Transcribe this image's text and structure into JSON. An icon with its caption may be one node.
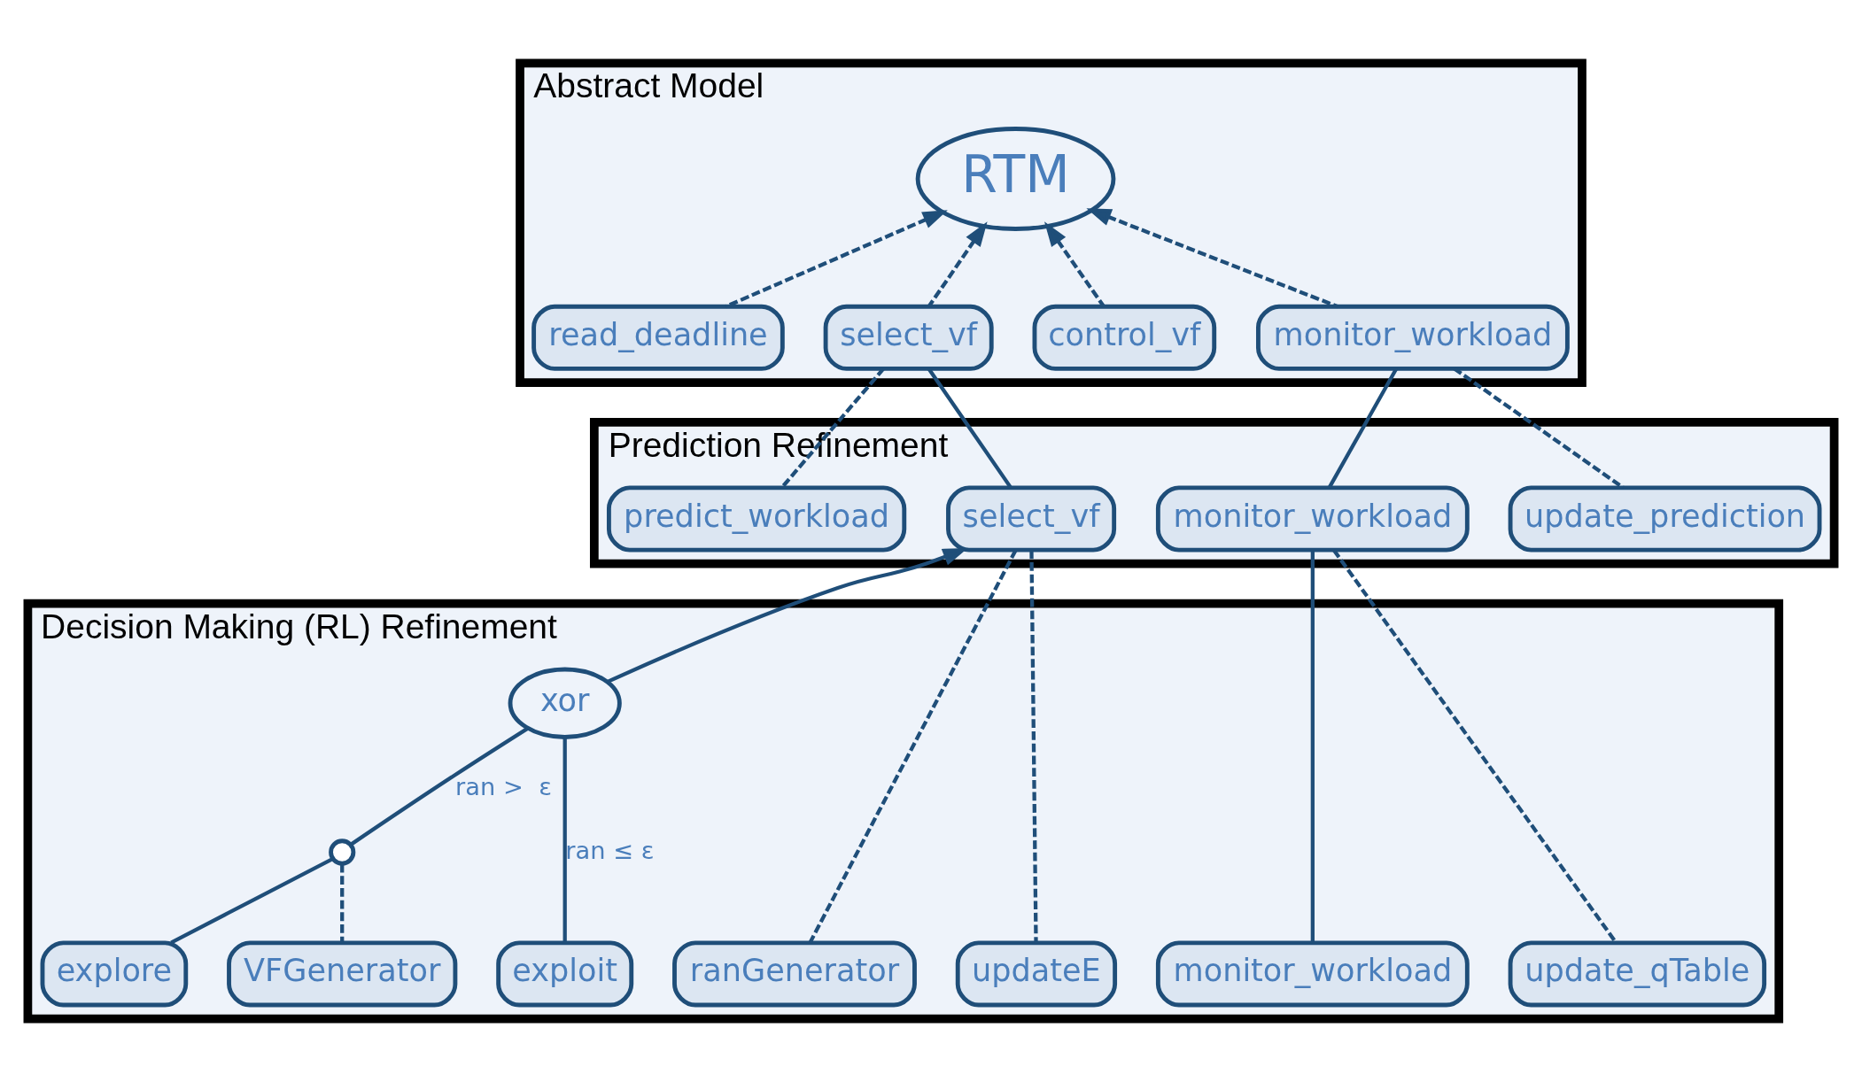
{
  "diagram": {
    "nodes": [
      {
        "text": [
          "Abstract Model"
        ]
      },
      {
        "text": [
          "RTM"
        ],
        "in": 0
      },
      {
        "text": [
          "read_deadline"
        ],
        "in": 0
      },
      {
        "text": [
          "select_vf"
        ],
        "in": 0
      },
      {
        "text": [
          "control_vf"
        ],
        "in": 0
      },
      {
        "text": [
          "monitor_workload"
        ],
        "in": 0
      },
      {
        "text": [
          "Prediction Refinement"
        ]
      },
      {
        "text": [
          "predict_workload"
        ],
        "in": 6
      },
      {
        "text": [
          "select_vf"
        ],
        "in": 6
      },
      {
        "text": [
          "monitor_workload"
        ],
        "in": 6
      },
      {
        "text": [
          "update_prediction"
        ],
        "in": 6
      },
      {
        "text": [
          "Decision Making (RL) Refinement"
        ]
      },
      {
        "text": [
          "xor"
        ],
        "in": 11
      },
      {
        "text": [],
        "shape": "circle",
        "in": 11
      },
      {
        "text": [
          "ranGenerator"
        ],
        "in": 11
      },
      {
        "text": [
          "VFGenerator"
        ],
        "in": 11
      },
      {
        "text": [
          "explore"
        ],
        "in": 11
      },
      {
        "text": [
          "exploit"
        ],
        "in": 11
      },
      {
        "text": [
          "updateE"
        ],
        "in": 11
      },
      {
        "text": [
          "monitor_workload"
        ],
        "in": 11
      },
      {
        "text": [
          "update_qTable"
        ],
        "in": 11
      }
    ],
    "edges": [
      {
        "from": 2,
        "to": 1,
        "arrow": "to",
        "style": "dashed"
      },
      {
        "from": 3,
        "to": 1,
        "arrow": "to",
        "style": "dashed"
      },
      {
        "from": 4,
        "to": 1,
        "arrow": "to",
        "style": "dashed"
      },
      {
        "from": 5,
        "to": 1,
        "arrow": "to",
        "style": "dashed"
      },
      {
        "from": 3,
        "to": 7,
        "arrow": "none",
        "style": "dashed"
      },
      {
        "from": 3,
        "to": 8,
        "arrow": "none"
      },
      {
        "from": 5,
        "to": 9,
        "arrow": "none"
      },
      {
        "from": 5,
        "to": 10,
        "arrow": "none",
        "style": "dashed"
      },
      {
        "from": 12,
        "to": 8,
        "arrow": "to"
      },
      {
        "from": 14,
        "to": 8,
        "arrow": "none",
        "style": "dashed"
      },
      {
        "from": 18,
        "to": 8,
        "arrow": "none",
        "style": "dashed"
      },
      {
        "from": 12,
        "to": 13,
        "arrow": "none",
        "label": "ran >  ε"
      },
      {
        "from": 13,
        "to": 15,
        "arrow": "none",
        "style": "dashed"
      },
      {
        "from": 13,
        "to": 16,
        "arrow": "none"
      },
      {
        "from": 12,
        "to": 17,
        "arrow": "none",
        "label": "ran ≤ ε"
      },
      {
        "from": 19,
        "to": 9,
        "arrow": "none"
      },
      {
        "from": 20,
        "to": 9,
        "arrow": "none",
        "style": "dashed"
      }
    ]
  }
}
